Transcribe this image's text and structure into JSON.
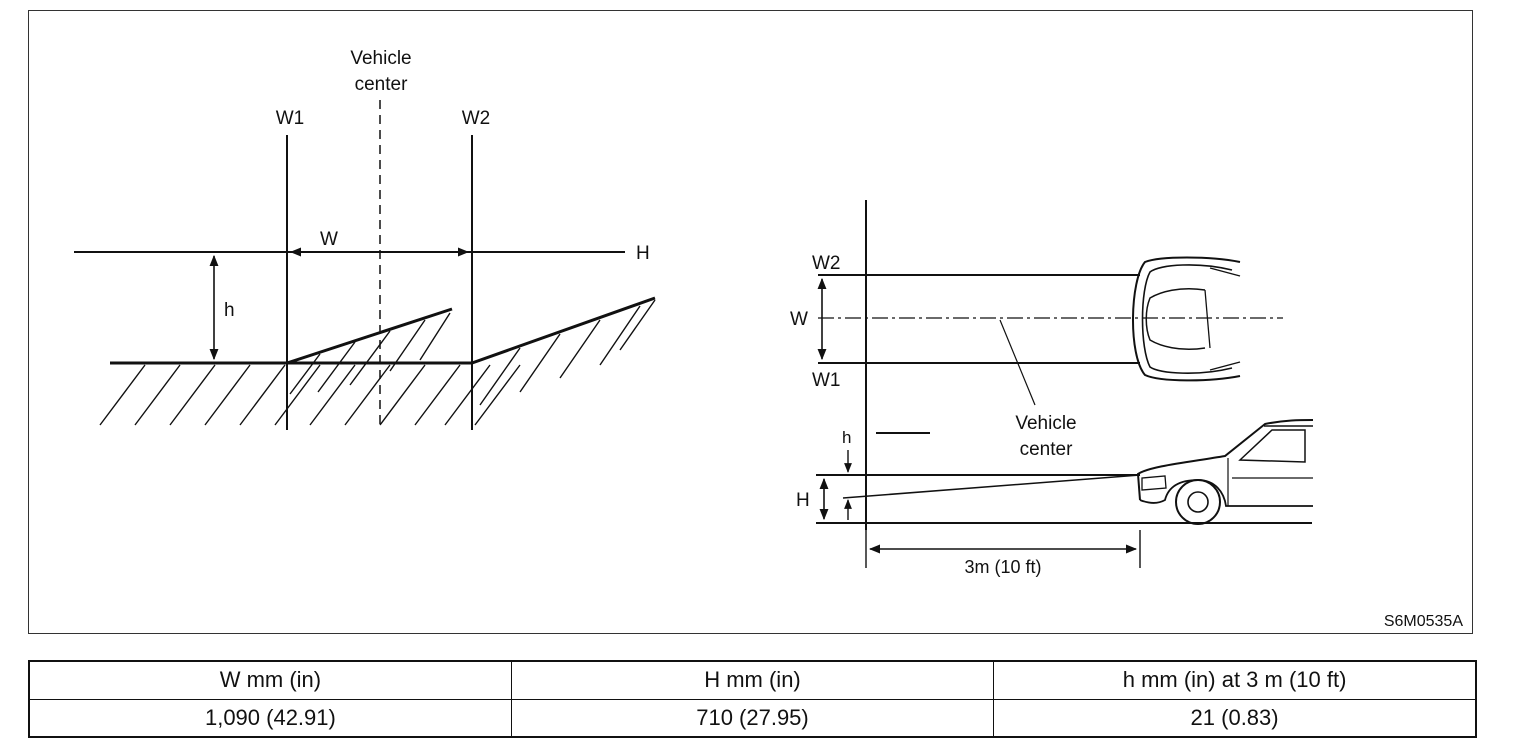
{
  "left_diagram": {
    "vehicle_center_label_line1": "Vehicle",
    "vehicle_center_label_line2": "center",
    "w1_label": "W1",
    "w2_label": "W2",
    "w_label": "W",
    "h_upper_label": "H",
    "h_lower_label": "h"
  },
  "right_diagram": {
    "w2_label": "W2",
    "w_label": "W",
    "w1_label": "W1",
    "vehicle_center_label_line1": "Vehicle",
    "vehicle_center_label_line2": "center",
    "h_lower_label": "h",
    "h_upper_label": "H",
    "distance_label": "3m (10 ft)"
  },
  "figure_code": "S6M0535A",
  "table": {
    "headers": [
      "W mm (in)",
      "H mm (in)",
      "h mm (in) at 3 m (10 ft)"
    ],
    "values": [
      "1,090 (42.91)",
      "710 (27.95)",
      "21 (0.83)"
    ]
  }
}
